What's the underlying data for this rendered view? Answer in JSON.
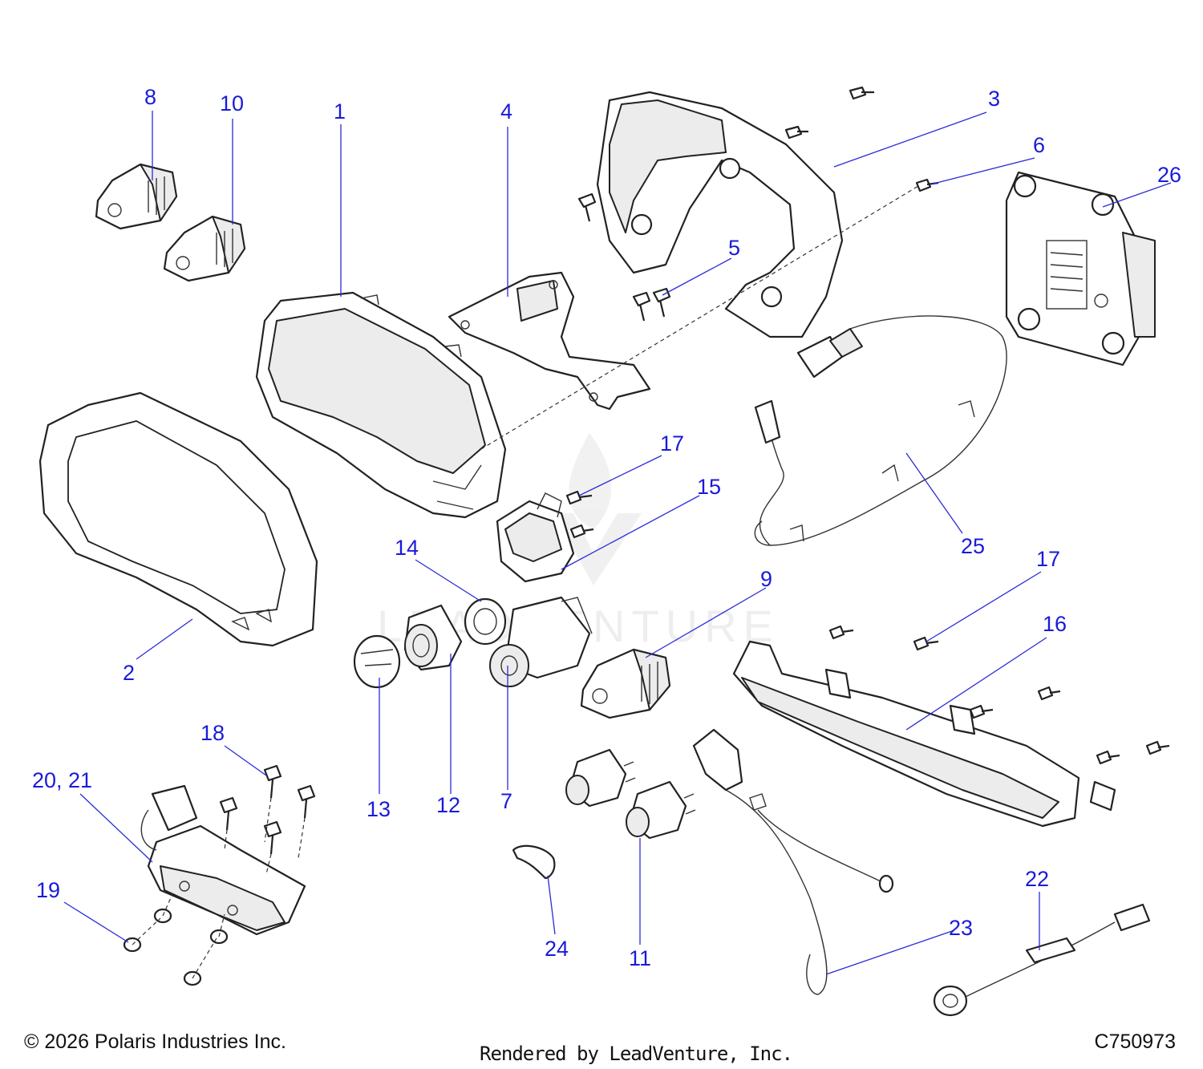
{
  "callouts": {
    "c1": "1",
    "c2": "2",
    "c3": "3",
    "c4": "4",
    "c5": "5",
    "c6": "6",
    "c7": "7",
    "c8": "8",
    "c9": "9",
    "c10": "10",
    "c11": "11",
    "c12": "12",
    "c13": "13",
    "c14": "14",
    "c15": "15",
    "c16": "16",
    "c17a": "17",
    "c17b": "17",
    "c18": "18",
    "c19": "19",
    "c2021": "20, 21",
    "c22": "22",
    "c23": "23",
    "c24": "24",
    "c25": "25",
    "c26": "26"
  },
  "watermark": "LEADVENTURE",
  "footer": {
    "copyright": "© 2026 Polaris Industries Inc.",
    "rendered_by": "Rendered by LeadVenture, Inc.",
    "diagram_id": "C750973"
  },
  "colors": {
    "callout": "#1a1adb",
    "leader": "#2b2bd8",
    "outline": "#222222"
  }
}
